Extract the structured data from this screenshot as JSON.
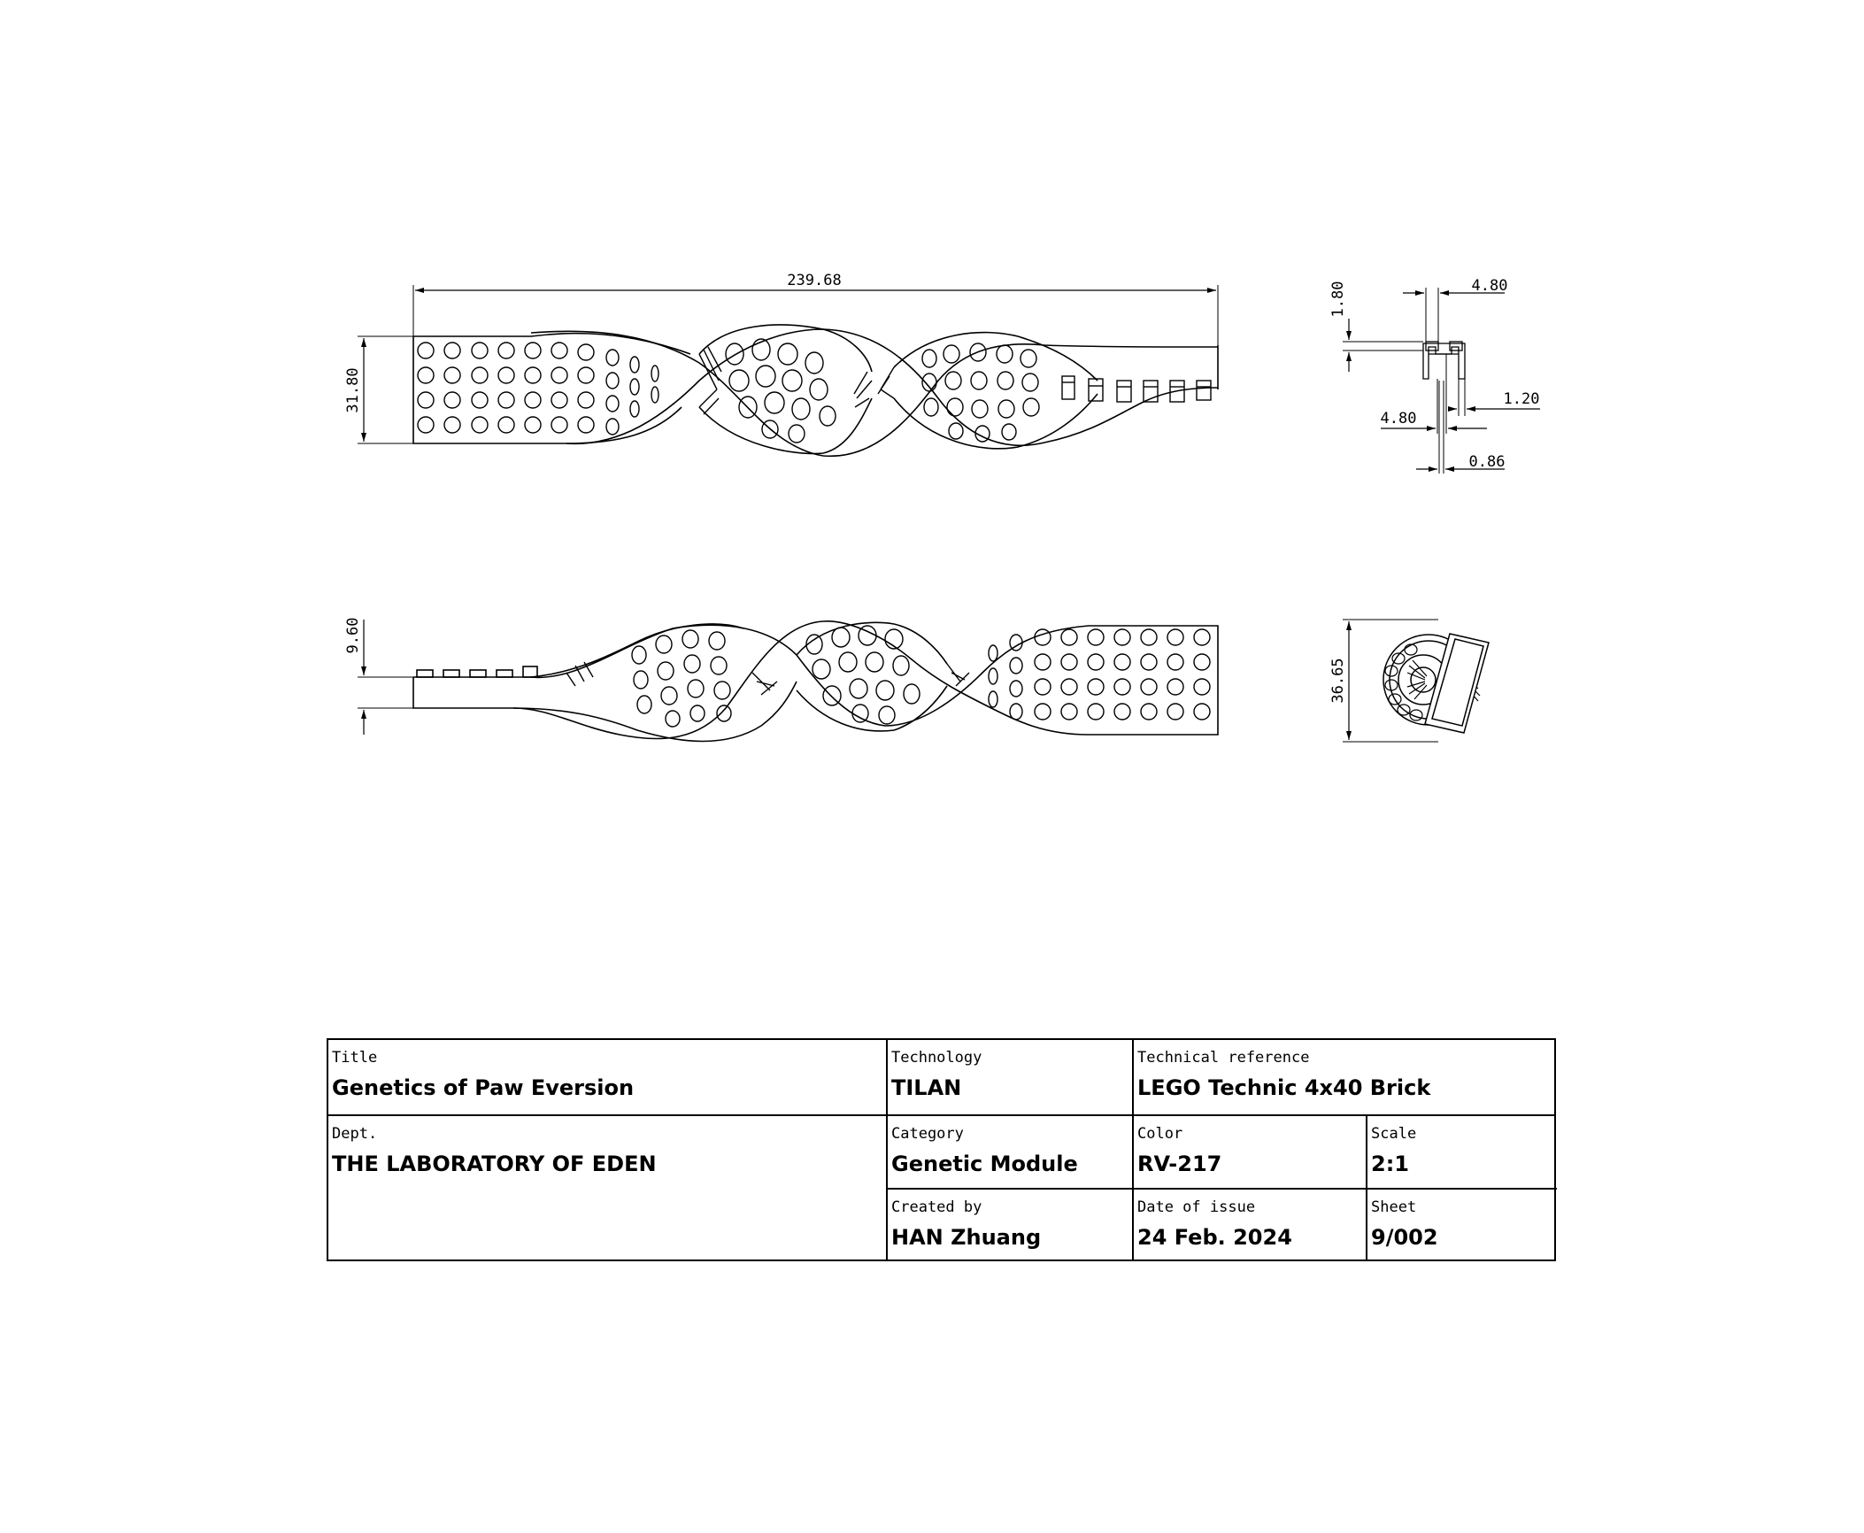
{
  "dimensions": {
    "overall_length": "239.68",
    "height": "31.80",
    "side_h1": "1.80",
    "side_w1": "4.80",
    "side_w2": "4.80",
    "side_w3": "1.20",
    "side_w4": "0.86",
    "base_height": "9.60",
    "end_diameter": "36.65"
  },
  "title_block": {
    "title": {
      "label": "Title",
      "value": "Genetics of Paw Eversion"
    },
    "technology": {
      "label": "Technology",
      "value": "TILAN"
    },
    "technical_reference": {
      "label": "Technical reference",
      "value": "LEGO Technic 4x40 Brick"
    },
    "dept": {
      "label": "Dept.",
      "value": "THE LABORATORY OF EDEN"
    },
    "category": {
      "label": "Category",
      "value": "Genetic Module"
    },
    "color": {
      "label": "Color",
      "value": "RV-217"
    },
    "scale": {
      "label": "Scale",
      "value": "2:1"
    },
    "created_by": {
      "label": "Created by",
      "value": "HAN Zhuang"
    },
    "date_of_issue": {
      "label": "Date of issue",
      "value": "24 Feb. 2024"
    },
    "sheet": {
      "label": "Sheet",
      "value": "9/002"
    }
  }
}
